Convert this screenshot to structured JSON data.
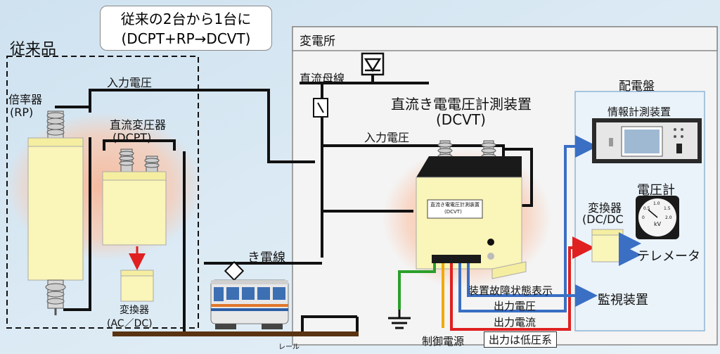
{
  "callout": {
    "line1": "従来の2台から1台に",
    "line2": "(DCPT+RP→DCVT)"
  },
  "legacy": {
    "title": "従来品",
    "input_voltage": "入力電圧",
    "rp_label": "倍率器",
    "rp_abbr": "(RP)",
    "dcpt_label": "直流変圧器",
    "dcpt_abbr": "(DCPT)",
    "converter_label": "変換器",
    "converter_abbr": "(AC／DC)"
  },
  "substation": {
    "title": "変電所",
    "dc_bus": "直流母線",
    "dcvt_title": "直流き電電圧計測装置",
    "dcvt_abbr": "(DCVT)",
    "input_voltage": "入力電圧",
    "dcvt_plate_line1": "直流き電電圧計測装置",
    "dcvt_plate_line2": "(DCVT)",
    "feeder_line": "き電線",
    "rail": "レール",
    "control_power": "制御電源",
    "fault_display": "装置故障状態表示",
    "output_voltage": "出力電圧",
    "output_current": "出力電流",
    "low_voltage_note": "出力は低圧系"
  },
  "panel": {
    "title": "配電盤",
    "info_device": "情報計測装置",
    "voltmeter": "電圧計",
    "converter_label": "変換器",
    "converter_abbr": "(DC/DC",
    "telemeter": "テレメータ",
    "monitoring": "監視装置",
    "gauge_unit": "kV",
    "gauge_ticks": [
      "0",
      "0.5",
      "1.0",
      "1.5",
      "2.0"
    ]
  },
  "colors": {
    "wire": "#111111",
    "signal_blue": "#3a6fc4",
    "signal_red": "#e02020",
    "ground_green": "#2aa02a",
    "control_orange": "#f2a900",
    "equipment": "#faf5b8"
  }
}
